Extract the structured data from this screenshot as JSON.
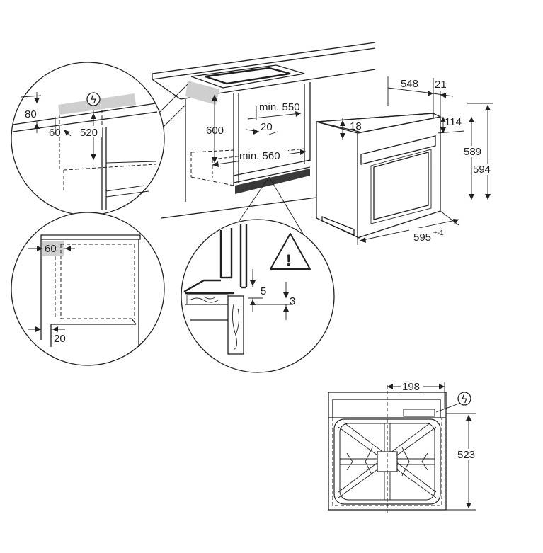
{
  "dimensions": {
    "d80": "80",
    "d60_top": "60",
    "d520": "520",
    "d600": "600",
    "min550": "min. 550",
    "d20_niche": "20",
    "min560": "min. 560",
    "d548": "548",
    "d21": "21",
    "d18": "18",
    "d114": "114",
    "d589": "589",
    "d594": "594",
    "d595": "595",
    "d595_tol": "+-1",
    "d60_side": "60",
    "d20_side": "20",
    "d5": "5",
    "d3": "3",
    "d198": "198",
    "d523": "523"
  },
  "icons": {
    "electric": "ϟ",
    "warning": "!"
  },
  "colors": {
    "line": "#231f20",
    "highlight": "#cfcfcf"
  }
}
